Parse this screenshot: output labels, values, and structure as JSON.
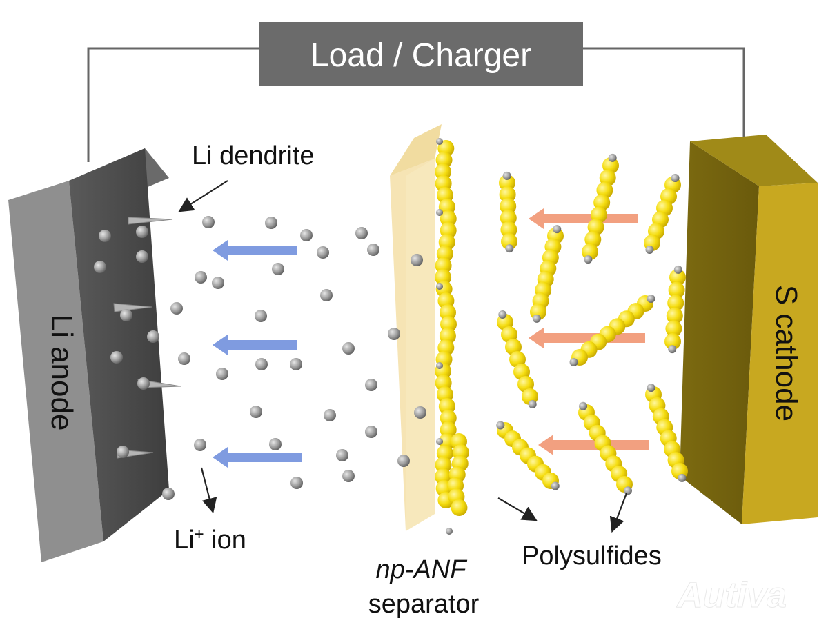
{
  "diagram": {
    "circuit_box_label": "Load / Charger",
    "anode_label": "Li anode",
    "cathode_label": "S cathode",
    "dendrite_label": "Li dendrite",
    "ion_label_main": "Li",
    "ion_label_sup": "+",
    "ion_label_tail": " ion",
    "separator_label_line1": "np-ANF",
    "separator_label_line2": "separator",
    "polysulfide_label": "Polysulfides",
    "watermark": "Autiva"
  },
  "colors": {
    "anode_front": "#8c8c8c",
    "anode_face": "#555555",
    "cathode_front": "#c8a820",
    "cathode_face": "#8a7412",
    "separator": "#f5e3b3",
    "sulfur": "#f7e11a",
    "ion": "#9a9a9a",
    "li_arrow": "#7f9be0",
    "ps_arrow": "#f2a080",
    "box": "#6b6b6b",
    "wire": "#555555"
  }
}
